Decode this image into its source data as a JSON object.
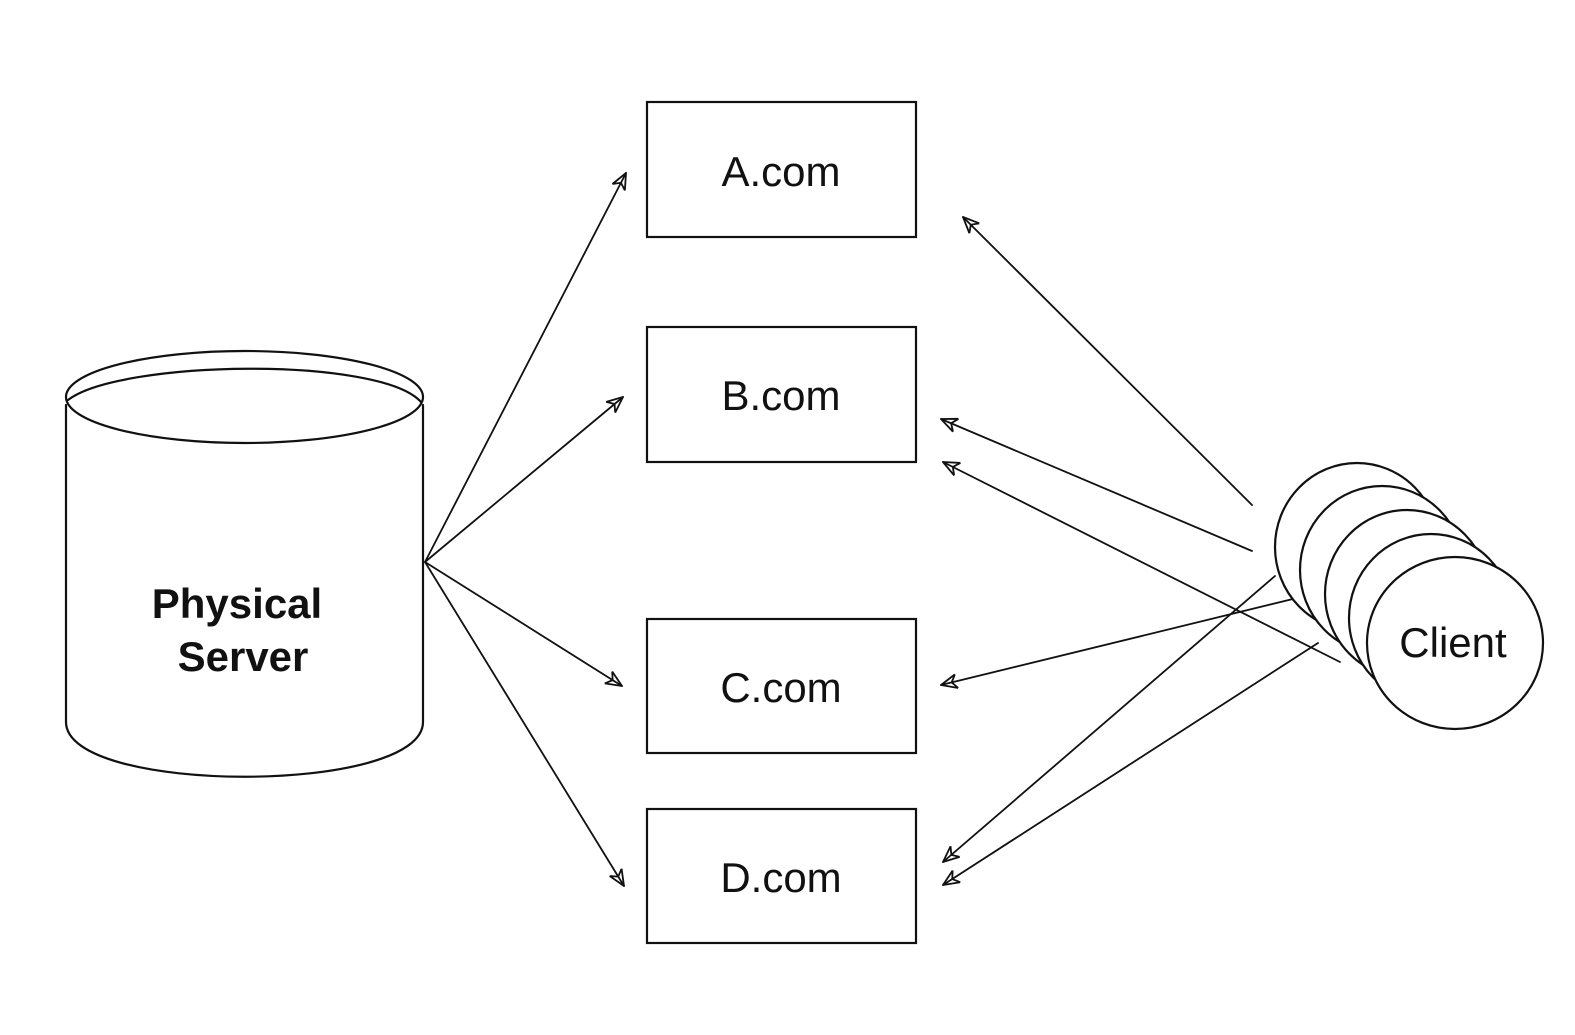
{
  "diagram": {
    "server": {
      "label_line1": "Physical",
      "label_line2": "Server"
    },
    "sites": [
      {
        "id": "a",
        "label": "A.com"
      },
      {
        "id": "b",
        "label": "B.com"
      },
      {
        "id": "c",
        "label": "C.com"
      },
      {
        "id": "d",
        "label": "D.com"
      }
    ],
    "client": {
      "label": "Client"
    },
    "server_links": [
      {
        "from": "server",
        "to": "a"
      },
      {
        "from": "server",
        "to": "b"
      },
      {
        "from": "server",
        "to": "c"
      },
      {
        "from": "server",
        "to": "d"
      }
    ],
    "client_links": [
      {
        "from": "client",
        "to": "a"
      },
      {
        "from": "client",
        "to": "b"
      },
      {
        "from": "client",
        "to": "b"
      },
      {
        "from": "client",
        "to": "c"
      },
      {
        "from": "client",
        "to": "d"
      },
      {
        "from": "client",
        "to": "d"
      }
    ],
    "colors": {
      "stroke": "#111111",
      "background": "#ffffff"
    }
  }
}
